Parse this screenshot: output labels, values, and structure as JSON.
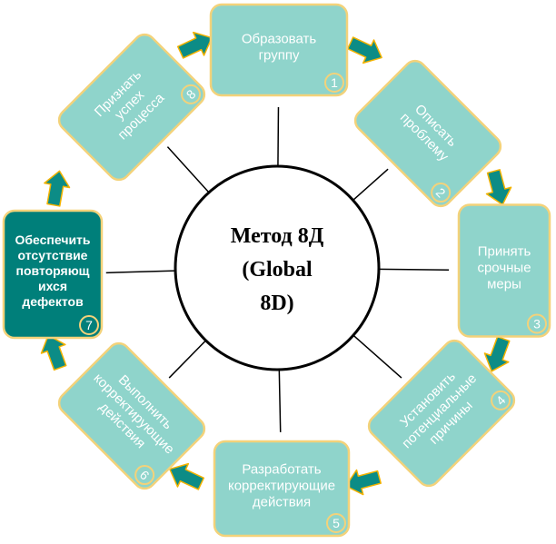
{
  "center": {
    "lines": [
      "Метод 8Д",
      "(Global",
      "8D)"
    ]
  },
  "steps": [
    {
      "number": "1",
      "lines": [
        "Образовать",
        "группу"
      ],
      "highlighted": false
    },
    {
      "number": "2",
      "lines": [
        "Описать",
        "проблему"
      ],
      "highlighted": false
    },
    {
      "number": "3",
      "lines": [
        "Принять",
        "срочные",
        "меры"
      ],
      "highlighted": false
    },
    {
      "number": "4",
      "lines": [
        "Установить",
        "потенциальные",
        "причины"
      ],
      "highlighted": false
    },
    {
      "number": "5",
      "lines": [
        "Разработать",
        "корректирующие",
        "действия"
      ],
      "highlighted": false
    },
    {
      "number": "6",
      "lines": [
        "Выполнить",
        "корректирующие",
        "действия"
      ],
      "highlighted": false
    },
    {
      "number": "7",
      "lines": [
        "Обеспечить",
        "отсутствие",
        "повторяющ",
        "ихся",
        "дефектов"
      ],
      "highlighted": true
    },
    {
      "number": "8",
      "lines": [
        "Признать",
        "успех",
        "процесса"
      ],
      "highlighted": false
    }
  ],
  "colors": {
    "box_fill": "#8fd4cb",
    "box_stroke": "#f3d27a",
    "box_text": "#ffffff",
    "highlight_fill": "#007f7a",
    "arrow_fill": "#0c8c86",
    "arrow_stroke": "#f3b200",
    "spoke": "#000000",
    "center_stroke": "#000000"
  }
}
